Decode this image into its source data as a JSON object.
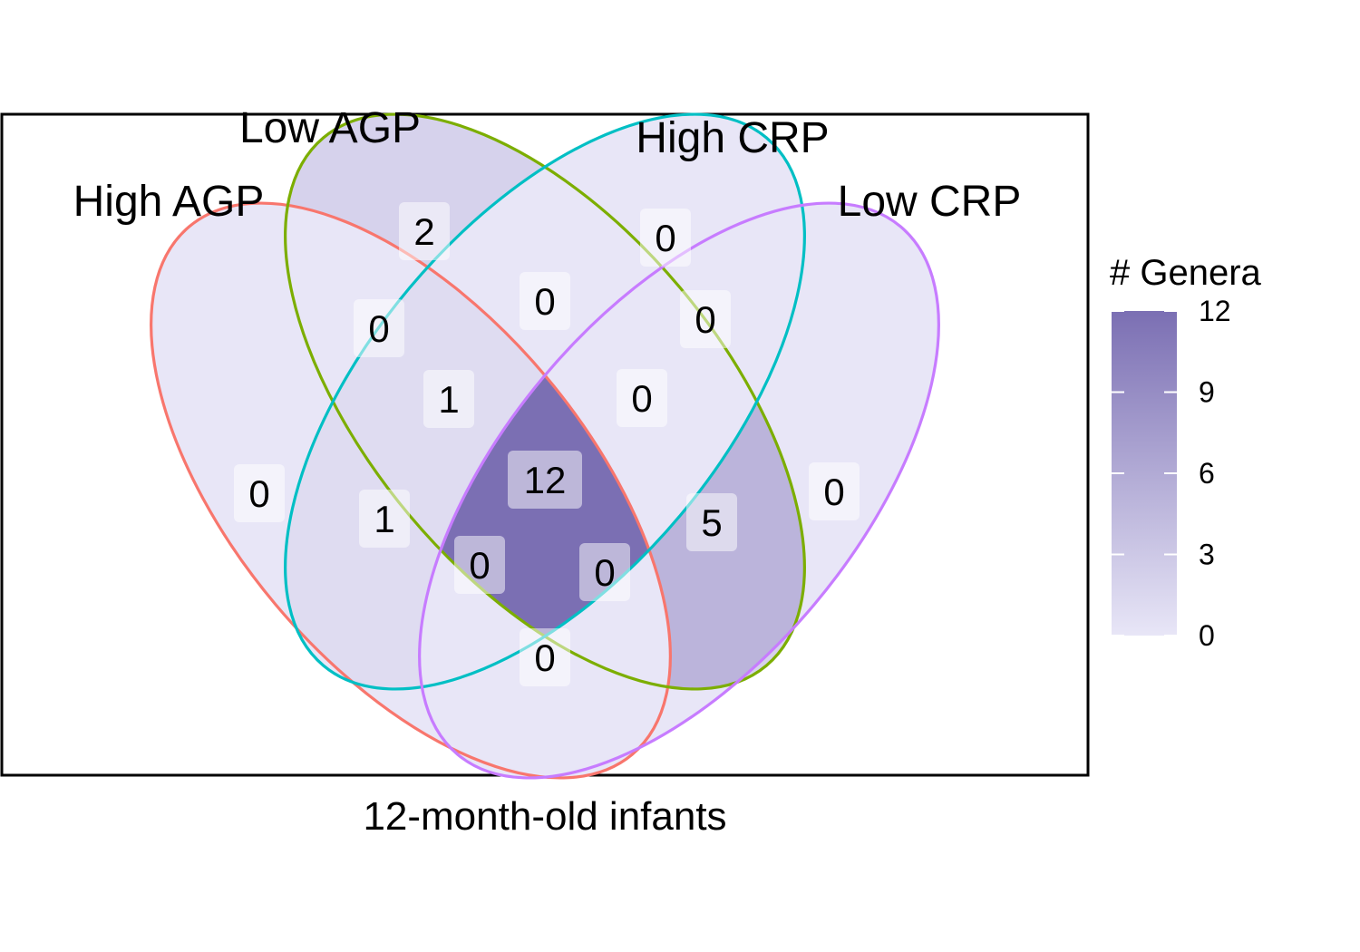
{
  "figure": {
    "caption": "12-month-old infants"
  },
  "colors": {
    "high_agp": "#F8766D",
    "low_agp": "#7CAE00",
    "high_crp": "#00BFC4",
    "low_crp": "#C77CFF",
    "fill_low": "#E8E6F7",
    "fill_high": "#7B6FB3",
    "frame": "#000000"
  },
  "legend": {
    "title": "# Genera",
    "ticks": [
      "12",
      "9",
      "6",
      "3",
      "0"
    ]
  },
  "chart_data": {
    "type": "venn",
    "sets": [
      {
        "name": "High AGP"
      },
      {
        "name": "Low AGP"
      },
      {
        "name": "High CRP"
      },
      {
        "name": "Low CRP"
      }
    ],
    "regions": [
      {
        "sets": [
          "High AGP"
        ],
        "count": 0
      },
      {
        "sets": [
          "Low AGP"
        ],
        "count": 2
      },
      {
        "sets": [
          "High CRP"
        ],
        "count": 0
      },
      {
        "sets": [
          "Low CRP"
        ],
        "count": 0
      },
      {
        "sets": [
          "High AGP",
          "Low AGP"
        ],
        "count": 0
      },
      {
        "sets": [
          "Low AGP",
          "High CRP"
        ],
        "count": 0
      },
      {
        "sets": [
          "High CRP",
          "Low CRP"
        ],
        "count": 0
      },
      {
        "sets": [
          "High AGP",
          "High CRP"
        ],
        "count": 1
      },
      {
        "sets": [
          "Low AGP",
          "Low CRP"
        ],
        "count": 5
      },
      {
        "sets": [
          "High AGP",
          "Low CRP"
        ],
        "count": 0
      },
      {
        "sets": [
          "High AGP",
          "Low AGP",
          "High CRP"
        ],
        "count": 1
      },
      {
        "sets": [
          "Low AGP",
          "High CRP",
          "Low CRP"
        ],
        "count": 0
      },
      {
        "sets": [
          "High AGP",
          "High CRP",
          "Low CRP"
        ],
        "count": 0
      },
      {
        "sets": [
          "High AGP",
          "Low AGP",
          "Low CRP"
        ],
        "count": 0
      },
      {
        "sets": [
          "High AGP",
          "Low AGP",
          "High CRP",
          "Low CRP"
        ],
        "count": 12
      }
    ],
    "colorbar": {
      "min": 0,
      "max": 12
    }
  }
}
